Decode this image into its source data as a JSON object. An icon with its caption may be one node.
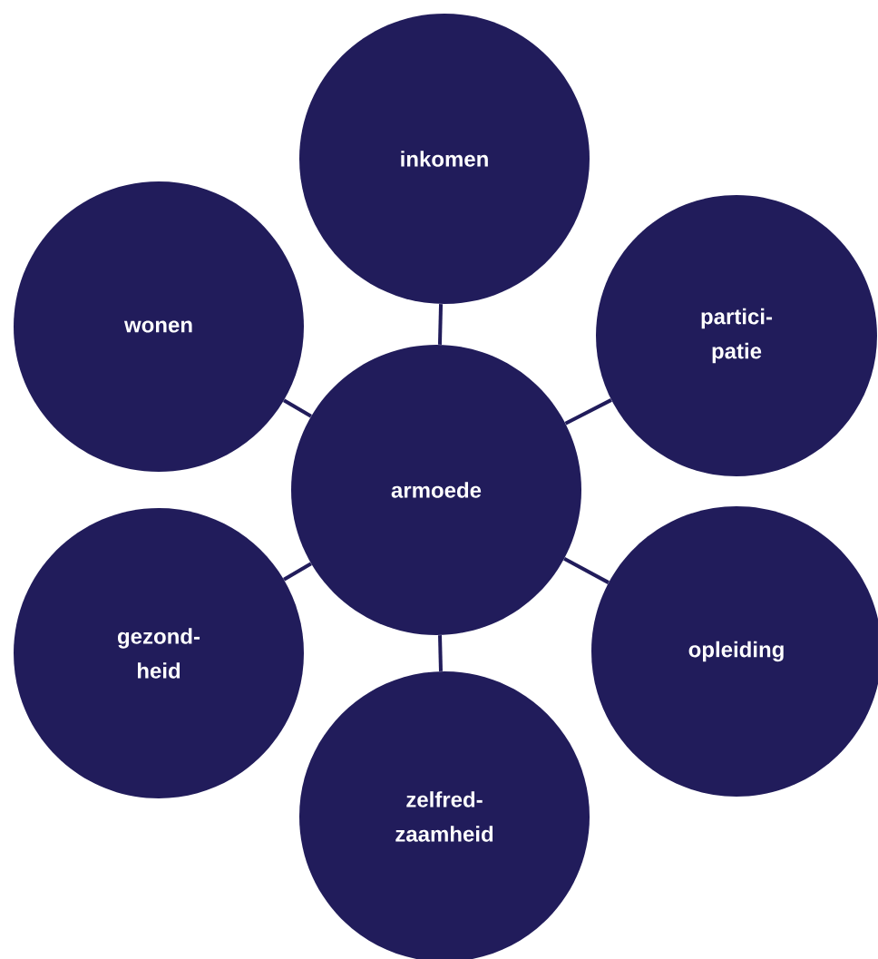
{
  "diagram": {
    "nodes": [
      {
        "text": [
          "inkomen"
        ]
      },
      {
        "text": [
          "wonen"
        ]
      },
      {
        "text": [
          "partici- patie"
        ]
      },
      {
        "text": [
          "armoede"
        ]
      },
      {
        "text": [
          "opleiding"
        ]
      },
      {
        "text": [
          "gezond- heid"
        ]
      },
      {
        "text": [
          "zelfred- zaamheid"
        ]
      }
    ],
    "edges": [
      {
        "from": 3,
        "to": 0,
        "arrow": "none"
      },
      {
        "from": 3,
        "to": 1,
        "arrow": "none"
      },
      {
        "from": 3,
        "to": 2,
        "arrow": "none"
      },
      {
        "from": 3,
        "to": 4,
        "arrow": "none"
      },
      {
        "from": 3,
        "to": 5,
        "arrow": "none"
      },
      {
        "from": 3,
        "to": 6,
        "arrow": "none"
      }
    ]
  }
}
